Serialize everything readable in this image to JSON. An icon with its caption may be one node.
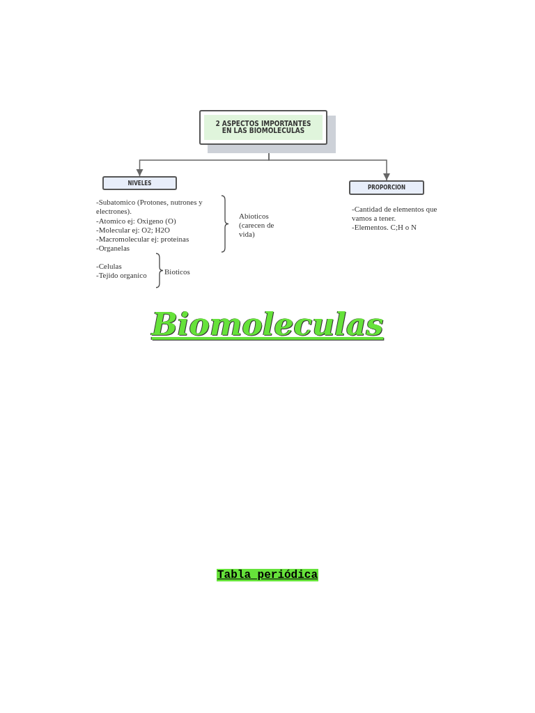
{
  "diagram": {
    "title": "Biomoleculas",
    "nodes": [
      {
        "text": [
          "2 ASPECTOS IMPORTANTES EN LAS BIOMOLECULAS"
        ]
      },
      {
        "text": [
          "NIVELES"
        ]
      },
      {
        "text": [
          "PROPORCION"
        ]
      }
    ],
    "edges": [
      {
        "from": 0,
        "to": 1,
        "arrow": "to"
      },
      {
        "from": 0,
        "to": 2,
        "arrow": "to"
      }
    ],
    "labels": [
      "-Subatomico (Protones, nutrones y electrones).",
      "-Atomico ej: Oxigeno (O)",
      "-Molecular ej: O2; H2O",
      "-Macromolecular ej: proteinas",
      "-Organelas",
      "Abioticos (carecen de vida)",
      "-Cantidad de elementos que vamos a tener.",
      "-Elementos. C;H o N",
      "-Celulas",
      "-Tejido organico",
      "Bioticos",
      "Tabla periódica"
    ]
  }
}
